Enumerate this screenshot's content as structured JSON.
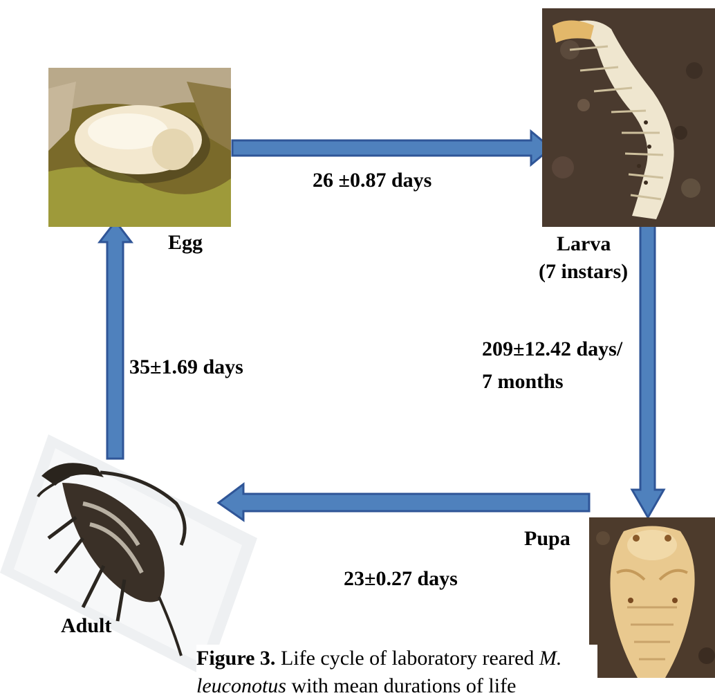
{
  "stages": {
    "egg": {
      "label": "Egg"
    },
    "larva": {
      "label": "Larva",
      "sub": "(7 instars)"
    },
    "pupa": {
      "label": "Pupa"
    },
    "adult": {
      "label": "Adult"
    }
  },
  "transitions": {
    "egg_to_larva": "26 ±0.87 days",
    "larva_to_pupa_line1": "209±12.42 days/",
    "larva_to_pupa_line2": "7 months",
    "pupa_to_adult": "23±0.27 days",
    "adult_to_egg": "35±1.69 days"
  },
  "caption": {
    "prefix": "Figure 3.",
    "text1": " Life cycle of laboratory reared ",
    "species_a": "M.",
    "species_b": "leuconotus",
    "text2": " with mean durations of life"
  },
  "colors": {
    "arrow_fill": "#4f81bd",
    "arrow_stroke": "#2f5597"
  }
}
